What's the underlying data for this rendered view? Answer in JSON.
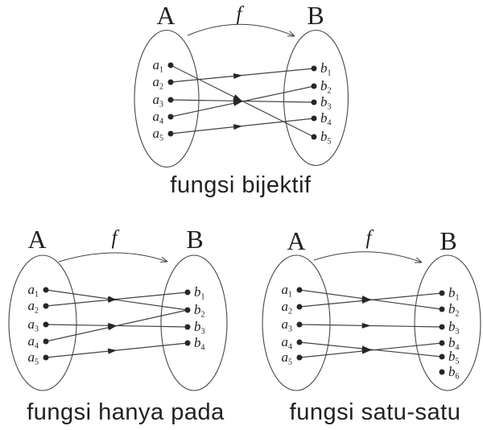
{
  "page": {
    "background": "#ffffff"
  },
  "colors": {
    "ellipse_stroke": "#4a4543",
    "line_stroke": "#444040",
    "dot_fill": "#2b2624",
    "text": "#232020"
  },
  "diagrams": [
    {
      "caption": "fungsi bijektif",
      "function_label": "f",
      "setA": {
        "label": "A",
        "items": [
          "a1",
          "a2",
          "a3",
          "a4",
          "a5"
        ]
      },
      "setB": {
        "label": "B",
        "items": [
          "b1",
          "b2",
          "b3",
          "b4",
          "b5"
        ]
      },
      "mappings": [
        [
          "a1",
          "b5"
        ],
        [
          "a2",
          "b1"
        ],
        [
          "a3",
          "b3"
        ],
        [
          "a4",
          "b2"
        ],
        [
          "a5",
          "b4"
        ]
      ]
    },
    {
      "caption": "fungsi hanya pada",
      "function_label": "f",
      "setA": {
        "label": "A",
        "items": [
          "a1",
          "a2",
          "a3",
          "a4",
          "a5"
        ]
      },
      "setB": {
        "label": "B",
        "items": [
          "b1",
          "b2",
          "b3",
          "b4"
        ]
      },
      "mappings": [
        [
          "a1",
          "b2"
        ],
        [
          "a2",
          "b1"
        ],
        [
          "a3",
          "b3"
        ],
        [
          "a4",
          "b2"
        ],
        [
          "a5",
          "b4"
        ]
      ]
    },
    {
      "caption": "fungsi satu-satu",
      "function_label": "f",
      "setA": {
        "label": "A",
        "items": [
          "a1",
          "a2",
          "a3",
          "a4",
          "a5"
        ]
      },
      "setB": {
        "label": "B",
        "items": [
          "b1",
          "b2",
          "b3",
          "b4",
          "b5",
          "b6"
        ]
      },
      "mappings": [
        [
          "a1",
          "b2"
        ],
        [
          "a2",
          "b1"
        ],
        [
          "a3",
          "b3"
        ],
        [
          "a4",
          "b5"
        ],
        [
          "a5",
          "b4"
        ]
      ]
    }
  ]
}
